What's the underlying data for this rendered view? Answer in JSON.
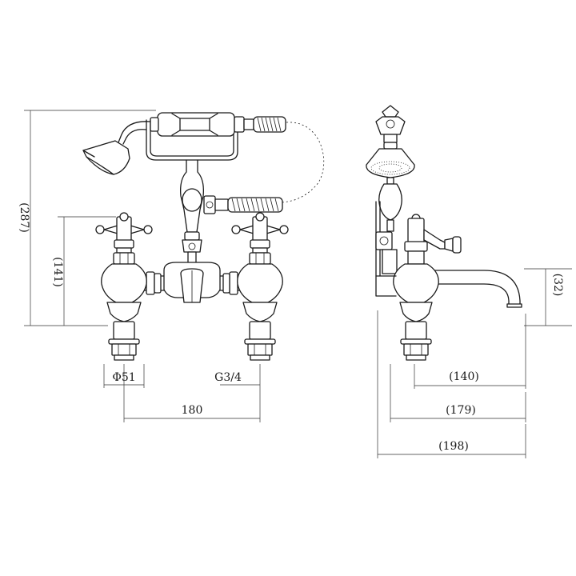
{
  "dimensions": {
    "overall_height": "(287)",
    "pillar_height": "(141)",
    "base_diameter": "Φ51",
    "thread_size": "G3/4",
    "centres": "180",
    "spout_height": "(32)",
    "spout_reach": "(140)",
    "projection": "(179)",
    "overall_depth": "(198)"
  }
}
